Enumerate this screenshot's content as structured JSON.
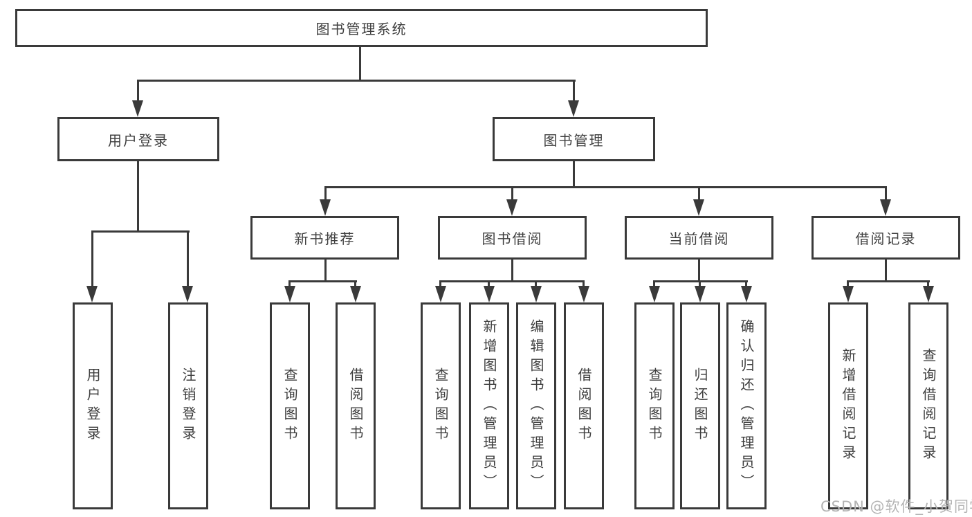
{
  "diagram": {
    "type": "hierarchy-tree",
    "root": {
      "label": "图书管理系统",
      "children": [
        {
          "label": "用户登录",
          "children": [
            {
              "label": "用户登录"
            },
            {
              "label": "注销登录"
            }
          ]
        },
        {
          "label": "图书管理",
          "children": [
            {
              "label": "新书推荐",
              "children": [
                {
                  "label": "查询图书"
                },
                {
                  "label": "借阅图书"
                }
              ]
            },
            {
              "label": "图书借阅",
              "children": [
                {
                  "label": "查询图书"
                },
                {
                  "label": "新增图书（管理员）"
                },
                {
                  "label": "编辑图书（管理员）"
                },
                {
                  "label": "借阅图书"
                }
              ]
            },
            {
              "label": "当前借阅",
              "children": [
                {
                  "label": "查询图书"
                },
                {
                  "label": "归还图书"
                },
                {
                  "label": "确认归还（管理员）"
                }
              ]
            },
            {
              "label": "借阅记录",
              "children": [
                {
                  "label": "新增借阅记录"
                },
                {
                  "label": "查询借阅记录"
                }
              ]
            }
          ]
        }
      ]
    },
    "colors": {
      "line": "#3a3a3a",
      "box_border": "#3a3a3a",
      "box_background": "#ffffff",
      "text": "#3f3f3f",
      "page_background": "#ffffff"
    }
  },
  "watermark": {
    "text": "CSDN @软件_小贺同学",
    "color": "#b4b4b4"
  }
}
